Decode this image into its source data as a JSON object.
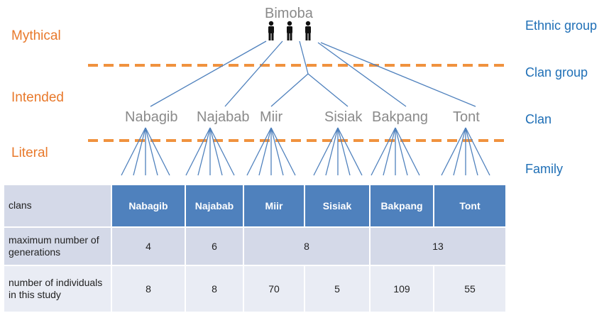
{
  "ethnic_group_name": "Bimoba",
  "levels": {
    "mythical": "Mythical",
    "intended": "Intended",
    "literal": "Literal"
  },
  "right_labels": {
    "ethnic_group": "Ethnic group",
    "clan_group": "Clan group",
    "clan": "Clan",
    "family": "Family"
  },
  "clan_names": [
    "Nabagib",
    "Najabab",
    "Miir",
    "Sisiak",
    "Bakpang",
    "Tont"
  ],
  "colors": {
    "level_text": "#e8792b",
    "right_label_text": "#1f6fb6",
    "tree_line": "#4f81bd",
    "dashed_line": "#f0923e",
    "table_header": "#4f81bd",
    "table_row_dark": "#d4d9e8",
    "table_row_light": "#e9ecf4"
  },
  "table": {
    "header_label": "clans",
    "columns": [
      "Nabagib",
      "Najabab",
      "Miir",
      "Sisiak",
      "Bakpang",
      "Tont"
    ],
    "generations_label": "maximum number of  generations",
    "generations_values": [
      "4",
      "6",
      "8",
      "13"
    ],
    "individuals_label": "number of individuals in this study",
    "individuals_values": [
      "8",
      "8",
      "70",
      "5",
      "109",
      "55"
    ]
  }
}
